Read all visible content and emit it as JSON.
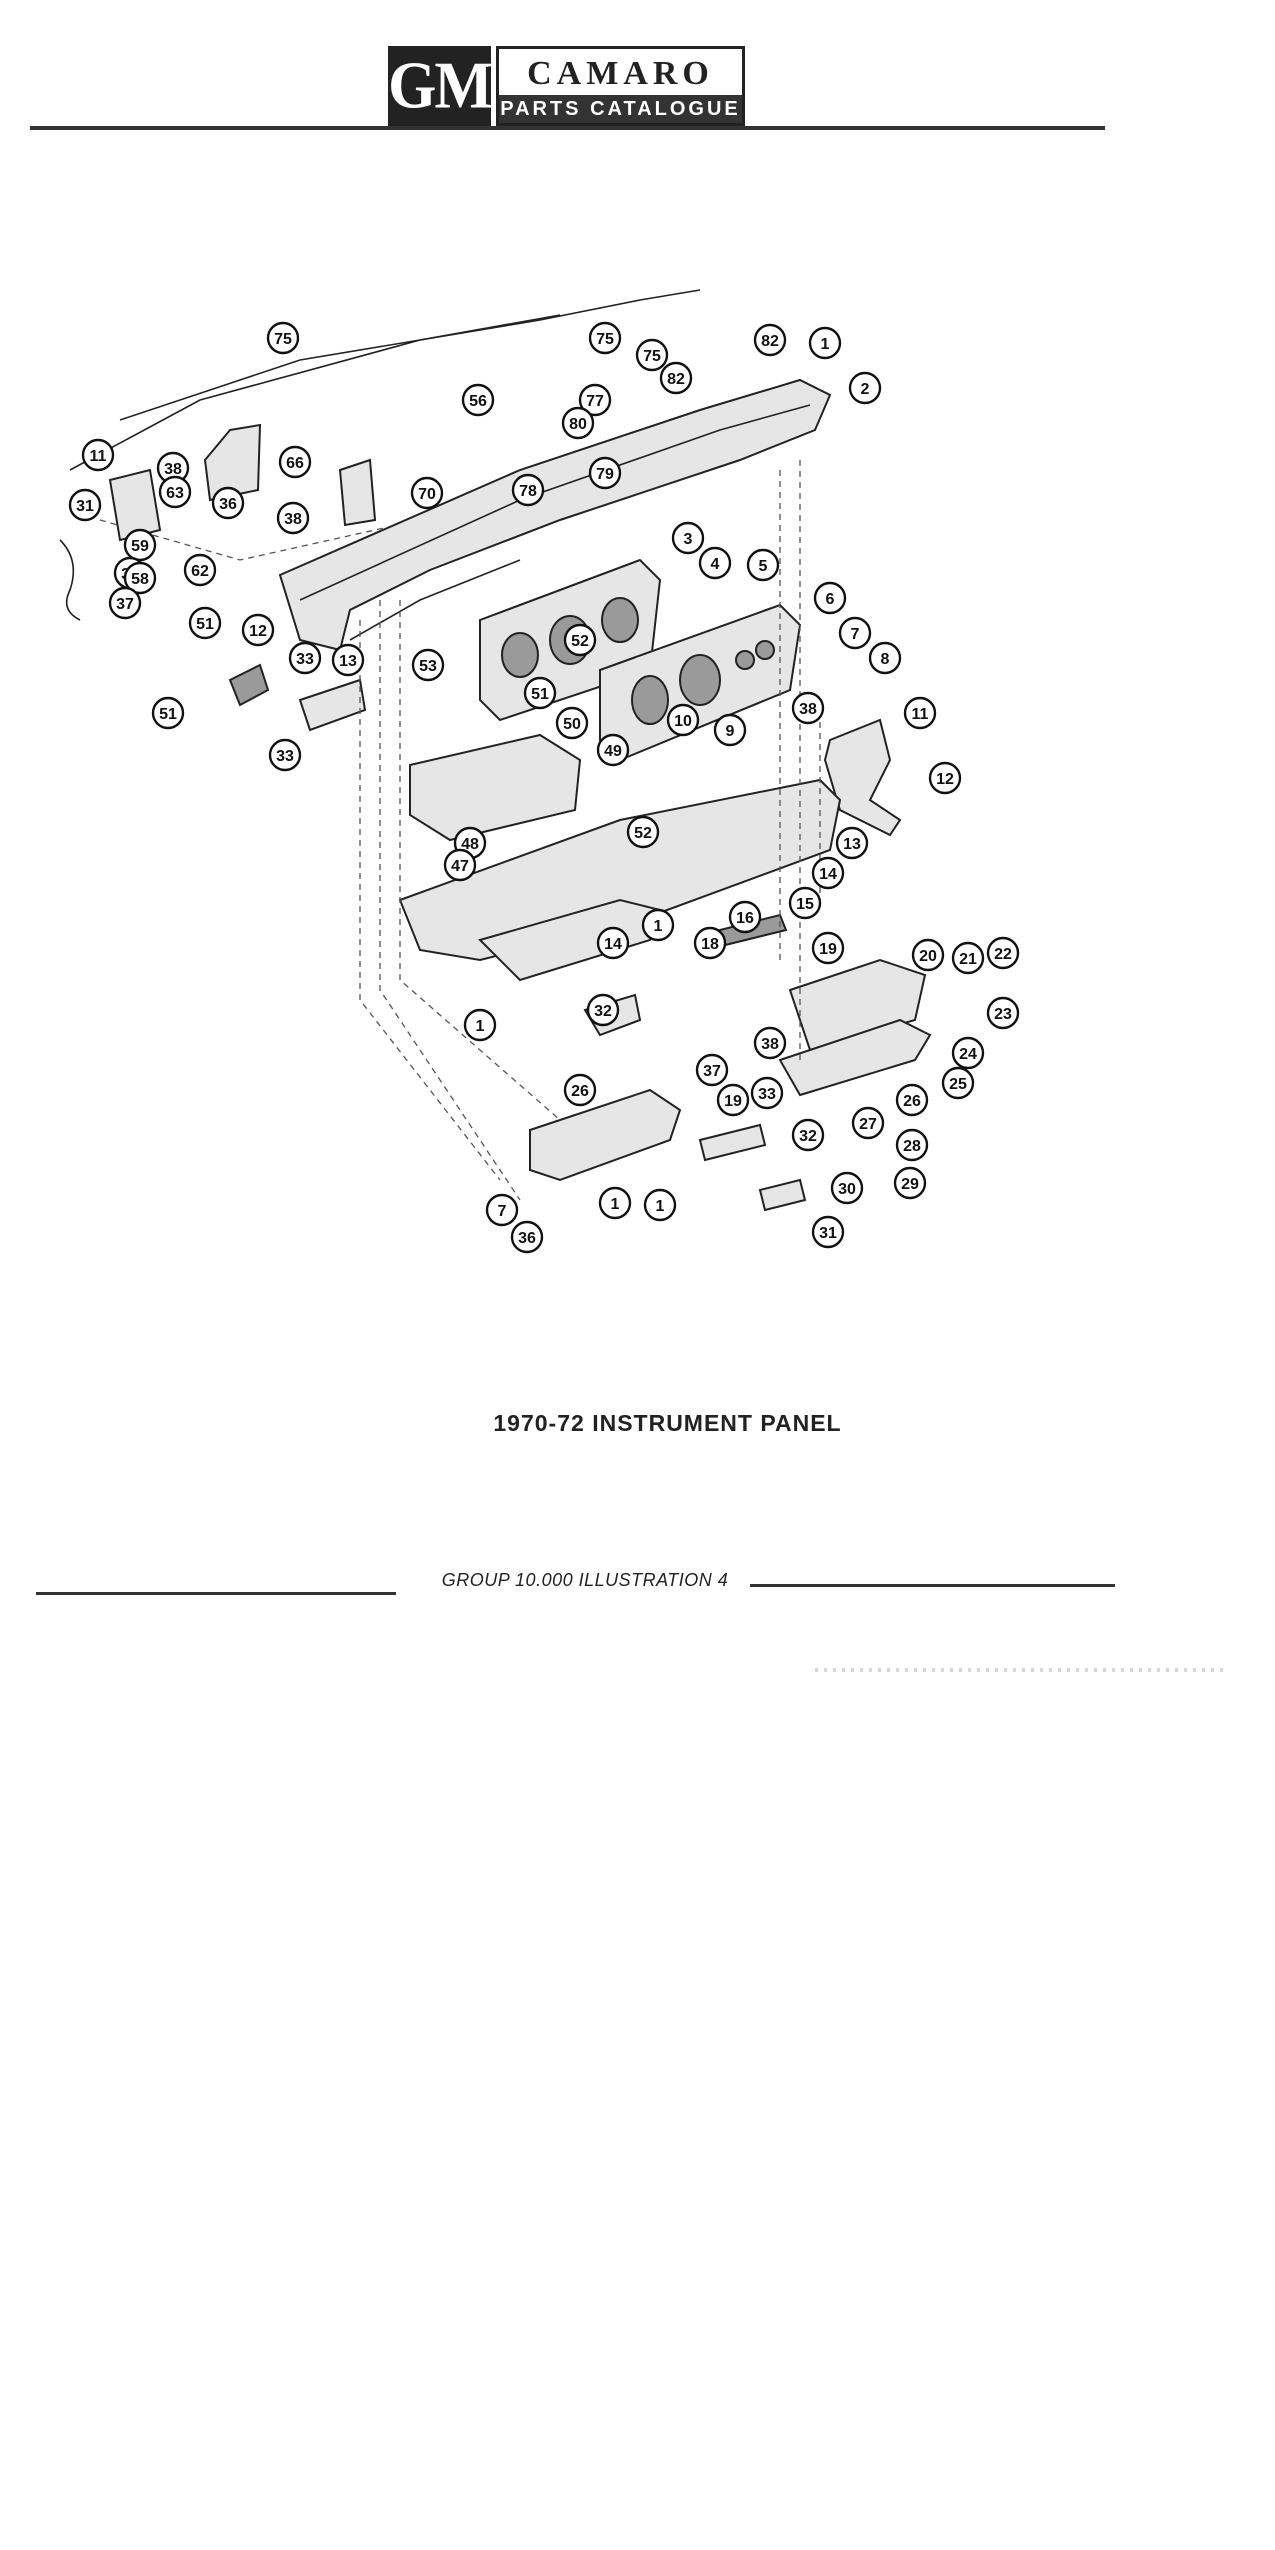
{
  "header": {
    "brand": "GM",
    "title": "CAMARO",
    "subtitle": "PARTS CATALOGUE"
  },
  "diagram": {
    "callouts": [
      "75",
      "75",
      "75",
      "82",
      "82",
      "1",
      "2",
      "56",
      "77",
      "80",
      "11",
      "38",
      "66",
      "63",
      "36",
      "79",
      "31",
      "38",
      "78",
      "70",
      "59",
      "38",
      "58",
      "62",
      "37",
      "3",
      "4",
      "5",
      "51",
      "52",
      "6",
      "12",
      "33",
      "13",
      "53",
      "7",
      "8",
      "51",
      "50",
      "10",
      "9",
      "38",
      "11",
      "51",
      "49",
      "12",
      "33",
      "48",
      "52",
      "13",
      "47",
      "14",
      "15",
      "1",
      "16",
      "14",
      "18",
      "19",
      "20",
      "21",
      "22",
      "1",
      "32",
      "23",
      "38",
      "24",
      "37",
      "25",
      "26",
      "33",
      "19",
      "26",
      "27",
      "32",
      "28",
      "30",
      "29",
      "7",
      "1",
      "1",
      "36",
      "31"
    ]
  },
  "caption": "1970-72  INSTRUMENT PANEL",
  "footer": {
    "group_label": "GROUP 10.000  ILLUSTRATION 4"
  }
}
